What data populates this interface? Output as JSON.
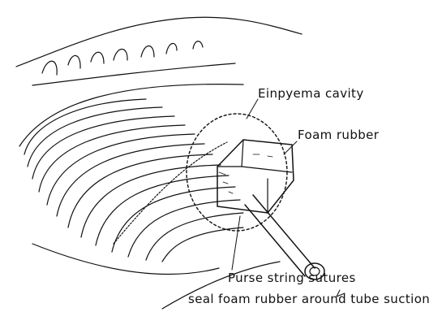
{
  "labels": {
    "empyema_cavity": "Einpyema cavity",
    "foam_rubber": "Foam rubber",
    "purse_string": "Purse string sutures",
    "seal_note": "seal foam rubber around tube suction"
  },
  "colors": {
    "ink": "#111111",
    "background": "#ffffff"
  }
}
